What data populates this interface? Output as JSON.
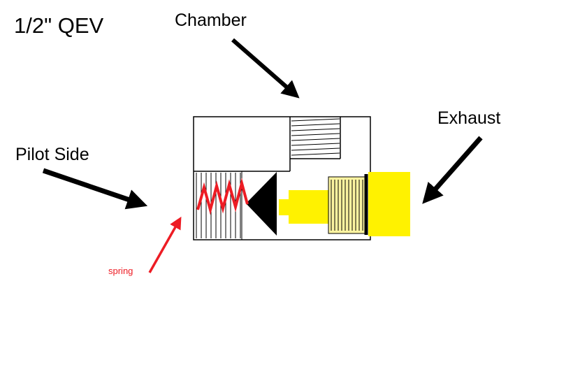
{
  "title": "1/2\" QEV",
  "labels": {
    "chamber": "Chamber",
    "exhaust": "Exhaust",
    "pilot_side": "Pilot Side",
    "spring": "spring"
  },
  "colors": {
    "ink": "#000000",
    "spring_red": "#ed1c24",
    "exhaust_yellow": "#fff200",
    "collar_pale_yellow": "#fbf3a0",
    "background": "#ffffff"
  }
}
